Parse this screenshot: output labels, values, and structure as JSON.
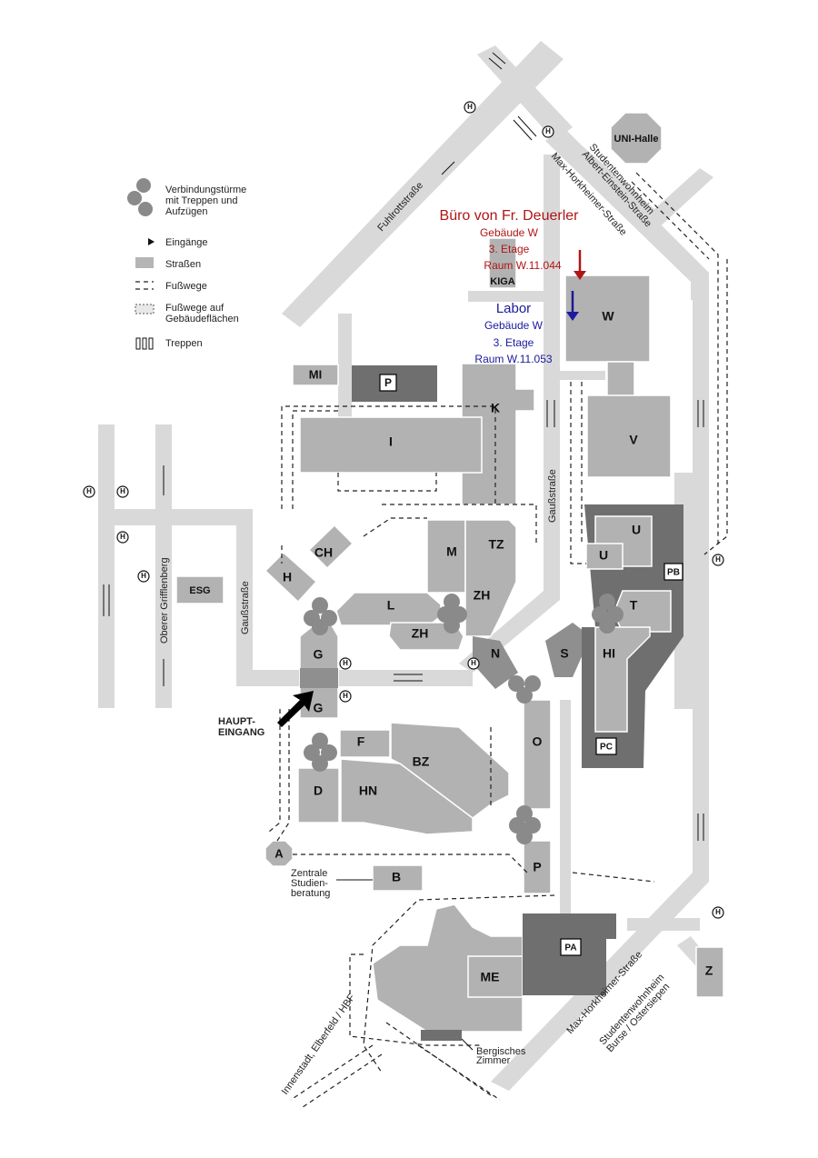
{
  "legend": {
    "towers": "Verbindungstürme mit Treppen und Aufzügen",
    "towers_lines": [
      "Verbindungstürme",
      "mit Treppen und",
      "Aufzügen"
    ],
    "entrances": "Eingänge",
    "roads": "Straßen",
    "footpaths": "Fußwege",
    "footpaths_buildings_lines": [
      "Fußwege auf",
      "Gebäudeflächen"
    ],
    "stairs": "Treppen"
  },
  "office": {
    "title": "Büro von Fr. Deuerler",
    "building": "Gebäude W",
    "floor": "3. Etage",
    "room": "Raum W.11.044",
    "color": "#b01515"
  },
  "lab": {
    "title": "Labor",
    "building": "Gebäude W",
    "floor": "3. Etage",
    "room": "Raum W.11.053",
    "color": "#1a1a9c"
  },
  "streets": {
    "fuhlrott": "Fuhlrottstraße",
    "max_horkheimer_top": "Max-Horkheimer-Straße",
    "max_horkheimer_bottom": "Max-Horkheimer-Straße",
    "student_top_1": "Studentenwohnheim",
    "student_top_2": "Albert-Einstein-Straße",
    "student_bottom_1": "Studentenwohnheim",
    "student_bottom_2": "Burse / Ostersiepen",
    "gauss_left": "Gaußstraße",
    "gauss_right": "Gaußstraße",
    "griffl": "Oberer Grifflenberg",
    "innenstadt": "Innenstadt, Elberfeld / HBF"
  },
  "buildings": {
    "uni_halle": "UNI-Halle",
    "kiga": "KIGA",
    "W": "W",
    "V": "V",
    "K": "K",
    "I": "I",
    "MI": "MI",
    "P": "P",
    "CH": "CH",
    "H": "H",
    "ESG": "ESG",
    "L": "L",
    "ZH1": "ZH",
    "ZH2": "ZH",
    "M": "M",
    "TZ": "TZ",
    "G1": "G",
    "G2": "G",
    "N": "N",
    "S": "S",
    "U1": "U",
    "U2": "U",
    "T": "T",
    "HI": "HI",
    "PB": "PB",
    "PC": "PC",
    "F": "F",
    "BZ": "BZ",
    "HN": "HN",
    "D": "D",
    "O": "O",
    "P2": "P",
    "A": "A",
    "B": "B",
    "ME": "ME",
    "PA": "PA",
    "Z": "Z"
  },
  "labels": {
    "main_entrance_1": "HAUPT-",
    "main_entrance_2": "EINGANG",
    "studienberatung_1": "Zentrale",
    "studienberatung_2": "Studien-",
    "studienberatung_3": "beratung",
    "bergisches_1": "Bergisches",
    "bergisches_2": "Zimmer",
    "bus_stop": "H"
  }
}
